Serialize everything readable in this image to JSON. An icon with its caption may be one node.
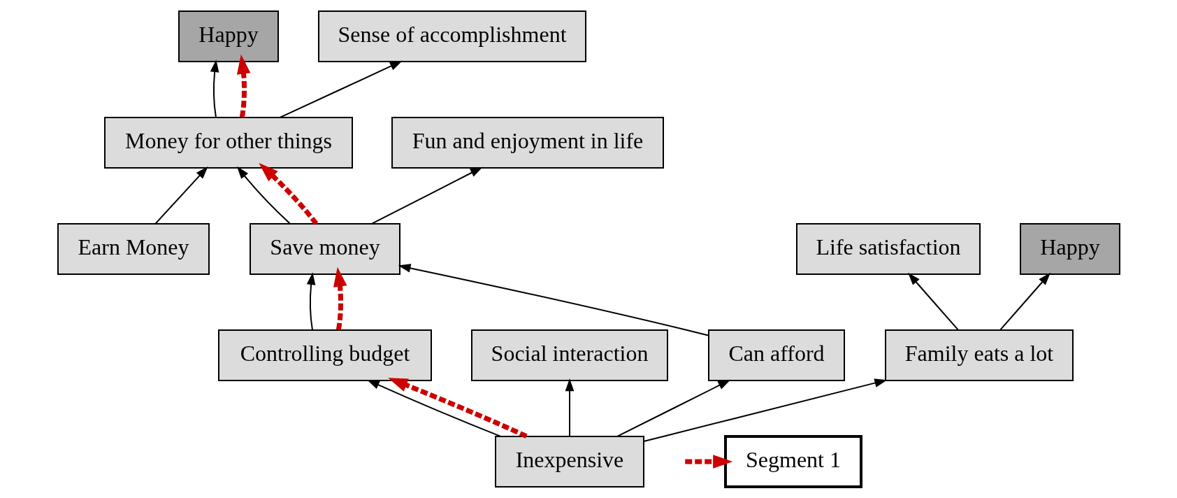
{
  "diagram": {
    "nodes": [
      {
        "text": [
          "Happy"
        ]
      },
      {
        "text": [
          "Fun and enjoyment in life"
        ]
      },
      {
        "text": [
          "Life satisfaction"
        ]
      },
      {
        "text": [
          "Happy"
        ]
      },
      {
        "text": [
          "Sense of accomplishment"
        ]
      },
      {
        "text": [
          "Money for other things"
        ]
      },
      {
        "text": [
          "Controlling budget"
        ]
      },
      {
        "text": [
          "Social interaction"
        ]
      },
      {
        "text": [
          "Earn Money"
        ]
      },
      {
        "text": [
          "Can afford"
        ]
      },
      {
        "text": [
          "Family eats a lot"
        ]
      },
      {
        "text": [
          "Save money"
        ]
      },
      {
        "text": [
          "Inexpensive"
        ]
      }
    ],
    "edges": [
      {
        "from": 5,
        "to": 0,
        "arrow": "to"
      },
      {
        "from": 5,
        "to": 4,
        "arrow": "to"
      },
      {
        "from": 8,
        "to": 5,
        "arrow": "to"
      },
      {
        "from": 11,
        "to": 5,
        "arrow": "to"
      },
      {
        "from": 11,
        "to": 1,
        "arrow": "to"
      },
      {
        "from": 6,
        "to": 11,
        "arrow": "to"
      },
      {
        "from": 9,
        "to": 11,
        "arrow": "to"
      },
      {
        "from": 12,
        "to": 9,
        "arrow": "to"
      },
      {
        "from": 12,
        "to": 6,
        "arrow": "to"
      },
      {
        "from": 12,
        "to": 7,
        "arrow": "to"
      },
      {
        "from": 12,
        "to": 10,
        "arrow": "to"
      },
      {
        "from": 10,
        "to": 2,
        "arrow": "to"
      },
      {
        "from": 10,
        "to": 3,
        "arrow": "to"
      },
      {
        "from": 12,
        "to": 6,
        "arrow": "to",
        "style": "dashed",
        "color": "#cc0000"
      },
      {
        "from": 6,
        "to": 11,
        "arrow": "to",
        "style": "dashed",
        "color": "#cc0000"
      },
      {
        "from": 11,
        "to": 5,
        "arrow": "to",
        "style": "dashed",
        "color": "#cc0000"
      },
      {
        "from": 5,
        "to": 0,
        "arrow": "to",
        "style": "dashed",
        "color": "#cc0000"
      }
    ],
    "legend": [
      {
        "text": "Segment 1"
      }
    ]
  }
}
